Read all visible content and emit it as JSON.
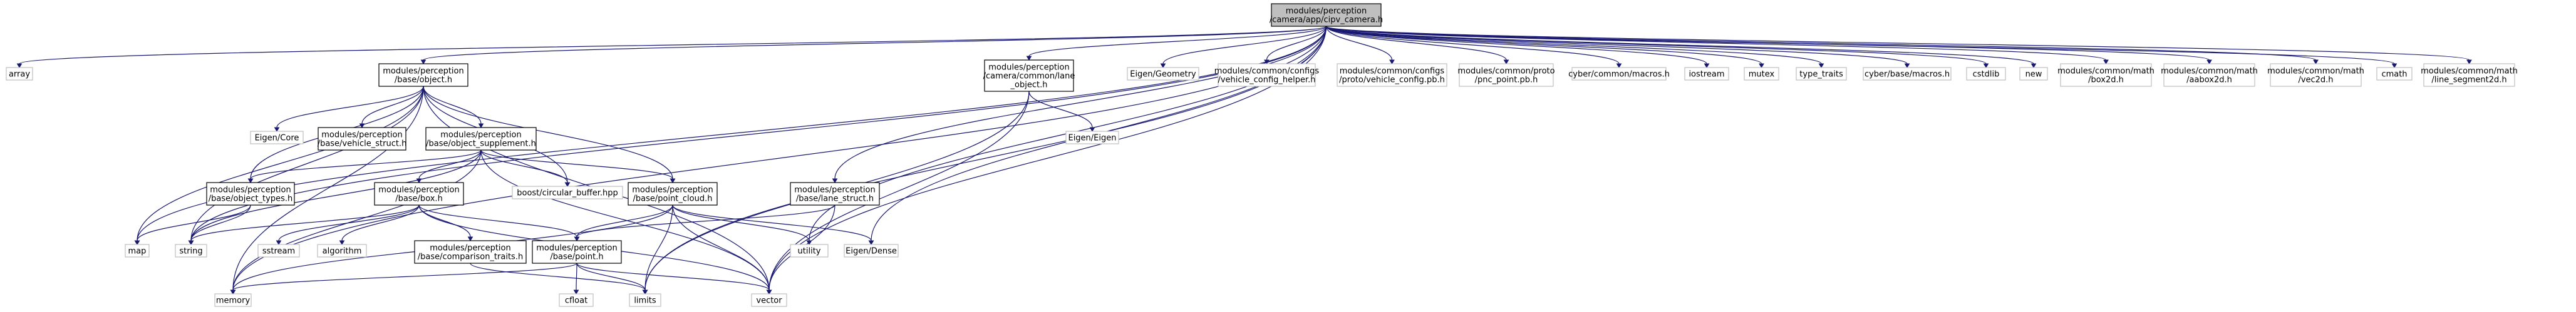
{
  "graph": {
    "nodes": [
      {
        "id": "root",
        "kind": "root",
        "lines": [
          "modules/perception",
          "/camera/app/cipv_camera.h"
        ]
      },
      {
        "id": "array",
        "kind": "plain",
        "lines": [
          "array"
        ]
      },
      {
        "id": "object",
        "kind": "boxed",
        "lines": [
          "modules/perception",
          "/base/object.h"
        ]
      },
      {
        "id": "lane_object",
        "kind": "boxed",
        "lines": [
          "modules/perception",
          "/camera/common/lane",
          "_object.h"
        ]
      },
      {
        "id": "eigen_geometry",
        "kind": "plain",
        "lines": [
          "Eigen/Geometry"
        ]
      },
      {
        "id": "vehicle_config_helper",
        "kind": "plain",
        "lines": [
          "modules/common/configs",
          "/vehicle_config_helper.h"
        ]
      },
      {
        "id": "vehicle_config_pb",
        "kind": "plain",
        "lines": [
          "modules/common/configs",
          "/proto/vehicle_config.pb.h"
        ]
      },
      {
        "id": "pnc_point_pb",
        "kind": "plain",
        "lines": [
          "modules/common/proto",
          "/pnc_point.pb.h"
        ]
      },
      {
        "id": "cyber_common_macros",
        "kind": "plain",
        "lines": [
          "cyber/common/macros.h"
        ]
      },
      {
        "id": "iostream",
        "kind": "plain",
        "lines": [
          "iostream"
        ]
      },
      {
        "id": "mutex",
        "kind": "plain",
        "lines": [
          "mutex"
        ]
      },
      {
        "id": "type_traits",
        "kind": "plain",
        "lines": [
          "type_traits"
        ]
      },
      {
        "id": "cyber_base_macros",
        "kind": "plain",
        "lines": [
          "cyber/base/macros.h"
        ]
      },
      {
        "id": "cstdlib",
        "kind": "plain",
        "lines": [
          "cstdlib"
        ]
      },
      {
        "id": "new",
        "kind": "plain",
        "lines": [
          "new"
        ]
      },
      {
        "id": "box2d",
        "kind": "plain",
        "lines": [
          "modules/common/math",
          "/box2d.h"
        ]
      },
      {
        "id": "aabox2d",
        "kind": "plain",
        "lines": [
          "modules/common/math",
          "/aabox2d.h"
        ]
      },
      {
        "id": "vec2d",
        "kind": "plain",
        "lines": [
          "modules/common/math",
          "/vec2d.h"
        ]
      },
      {
        "id": "cmath",
        "kind": "plain",
        "lines": [
          "cmath"
        ]
      },
      {
        "id": "line_segment2d",
        "kind": "plain",
        "lines": [
          "modules/common/math",
          "/line_segment2d.h"
        ]
      },
      {
        "id": "eigen_core",
        "kind": "plain",
        "lines": [
          "Eigen/Core"
        ]
      },
      {
        "id": "vehicle_struct",
        "kind": "boxed",
        "lines": [
          "modules/perception",
          "/base/vehicle_struct.h"
        ]
      },
      {
        "id": "object_supplement",
        "kind": "boxed",
        "lines": [
          "modules/perception",
          "/base/object_supplement.h"
        ]
      },
      {
        "id": "eigen_eigen",
        "kind": "plain",
        "lines": [
          "Eigen/Eigen"
        ]
      },
      {
        "id": "object_types",
        "kind": "boxed",
        "lines": [
          "modules/perception",
          "/base/object_types.h"
        ]
      },
      {
        "id": "boost_circular",
        "kind": "plain",
        "lines": [
          "boost/circular_buffer.hpp"
        ]
      },
      {
        "id": "point_cloud",
        "kind": "boxed",
        "lines": [
          "modules/perception",
          "/base/point_cloud.h"
        ]
      },
      {
        "id": "box",
        "kind": "boxed",
        "lines": [
          "modules/perception",
          "/base/box.h"
        ]
      },
      {
        "id": "lane_struct",
        "kind": "boxed",
        "lines": [
          "modules/perception",
          "/base/lane_struct.h"
        ]
      },
      {
        "id": "map",
        "kind": "plain",
        "lines": [
          "map"
        ]
      },
      {
        "id": "string",
        "kind": "plain",
        "lines": [
          "string"
        ]
      },
      {
        "id": "sstream",
        "kind": "plain",
        "lines": [
          "sstream"
        ]
      },
      {
        "id": "algorithm",
        "kind": "plain",
        "lines": [
          "algorithm"
        ]
      },
      {
        "id": "comparison_traits",
        "kind": "boxed",
        "lines": [
          "modules/perception",
          "/base/comparison_traits.h"
        ]
      },
      {
        "id": "point",
        "kind": "boxed",
        "lines": [
          "modules/perception",
          "/base/point.h"
        ]
      },
      {
        "id": "utility",
        "kind": "plain",
        "lines": [
          "utility"
        ]
      },
      {
        "id": "eigen_dense",
        "kind": "plain",
        "lines": [
          "Eigen/Dense"
        ]
      },
      {
        "id": "memory",
        "kind": "plain",
        "lines": [
          "memory"
        ]
      },
      {
        "id": "cfloat",
        "kind": "plain",
        "lines": [
          "cfloat"
        ]
      },
      {
        "id": "limits",
        "kind": "plain",
        "lines": [
          "limits"
        ]
      },
      {
        "id": "vector",
        "kind": "plain",
        "lines": [
          "vector"
        ]
      }
    ]
  }
}
